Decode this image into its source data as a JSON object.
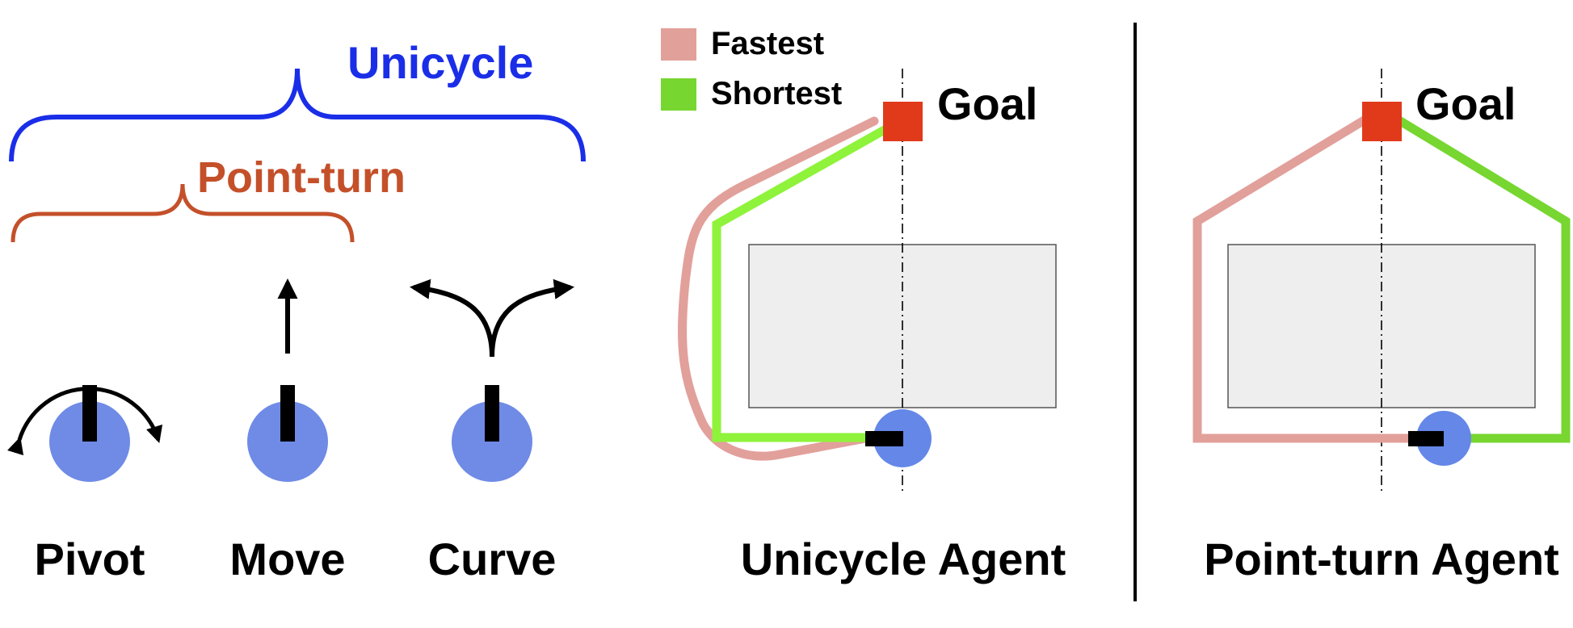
{
  "labels": {
    "unicycle": "Unicycle",
    "point_turn": "Point-turn",
    "pivot": "Pivot",
    "move": "Move",
    "curve": "Curve",
    "unicycle_agent": "Unicycle Agent",
    "point_turn_agent": "Point-turn Agent",
    "goal_left": "Goal",
    "goal_right": "Goal"
  },
  "legend": {
    "fastest": "Fastest",
    "shortest": "Shortest"
  },
  "colors": {
    "unicycle": "#1a2ee8",
    "point_turn": "#c4502a",
    "fastest": "#e2a09b",
    "shortest_unicycle": "#8ef33a",
    "shortest_pointturn": "#77d630",
    "goal": "#e03a1b",
    "agent": "#6f8be6",
    "agent_dark": "#6487e8",
    "obstacle_fill": "#eeeeee",
    "obstacle_stroke": "#555555",
    "ink": "#000000"
  },
  "icons": {
    "pivot": "pivot-arrow-icon",
    "move": "forward-arrow-icon",
    "curve": "curve-arrow-icon"
  }
}
